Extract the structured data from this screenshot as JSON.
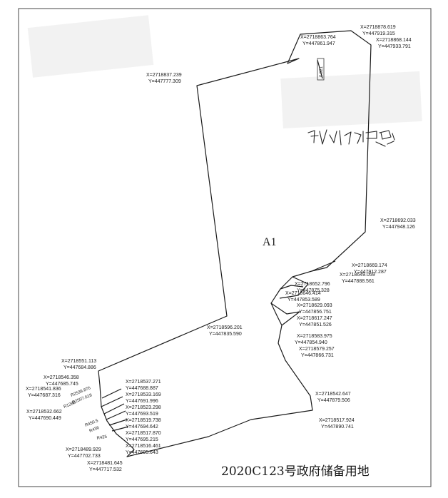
{
  "map": {
    "parcel_label": "A1",
    "title": "2020C123号政府储备用地",
    "stamp_text": "0.921",
    "handwriting": "经现场核实与图纸一致"
  },
  "points": [
    {
      "x": "X=2718863.764",
      "y": "Y=447861.947"
    },
    {
      "x": "X=2718878.619",
      "y": "Y=447919.315"
    },
    {
      "x": "X=2718868.144",
      "y": "Y=447933.791"
    },
    {
      "x": "X=2718837.239",
      "y": "Y=447777.309"
    },
    {
      "x": "X=2718692.033",
      "y": "Y=447948.126"
    },
    {
      "x": "X=2718669.174",
      "y": "Y=447912.287"
    },
    {
      "x": "X=2718649.059",
      "y": "Y=447888.561"
    },
    {
      "x": "X=2718652.796",
      "y": "Y=447875.328"
    },
    {
      "x": "X=2718646.414",
      "y": "Y=447853.589"
    },
    {
      "x": "X=2718629.093",
      "y": "Y=447856.751"
    },
    {
      "x": "X=2718617.247",
      "y": "Y=447851.526"
    },
    {
      "x": "X=2718596.201",
      "y": "Y=447835.590"
    },
    {
      "x": "X=2718583.975",
      "y": "Y=447854.940"
    },
    {
      "x": "X=2718579.257",
      "y": "Y=447866.731"
    },
    {
      "x": "X=2718551.113",
      "y": "Y=447684.886"
    },
    {
      "x": "X=2718546.358",
      "y": "Y=447685.745"
    },
    {
      "x": "X=2718541.836",
      "y": "Y=447687.316"
    },
    {
      "x": "X=2718537.271",
      "y": "Y=447688.887"
    },
    {
      "x": "X=2718533.169",
      "y": "Y=447691.996"
    },
    {
      "x": "X=2718532.662",
      "y": "Y=447690.449"
    },
    {
      "x": "X=2718523.298",
      "y": "Y=447693.519"
    },
    {
      "x": "X=2718519.738",
      "y": "Y=447694.642"
    },
    {
      "x": "X=2718517.870",
      "y": "Y=447695.215"
    },
    {
      "x": "X=2718516.461",
      "y": "Y=447695.643"
    },
    {
      "x": "X=2718542.647",
      "y": "Y=447879.506"
    },
    {
      "x": "X=2718517.924",
      "y": "Y=447890.741"
    },
    {
      "x": "X=2718489.929",
      "y": "Y=447702.733"
    },
    {
      "x": "X=2718481.645",
      "y": "Y=447717.532"
    }
  ],
  "arc_labels": [
    "R1280",
    "R2539.876",
    "R2507.618",
    "R450.5",
    "R436",
    "R425"
  ]
}
